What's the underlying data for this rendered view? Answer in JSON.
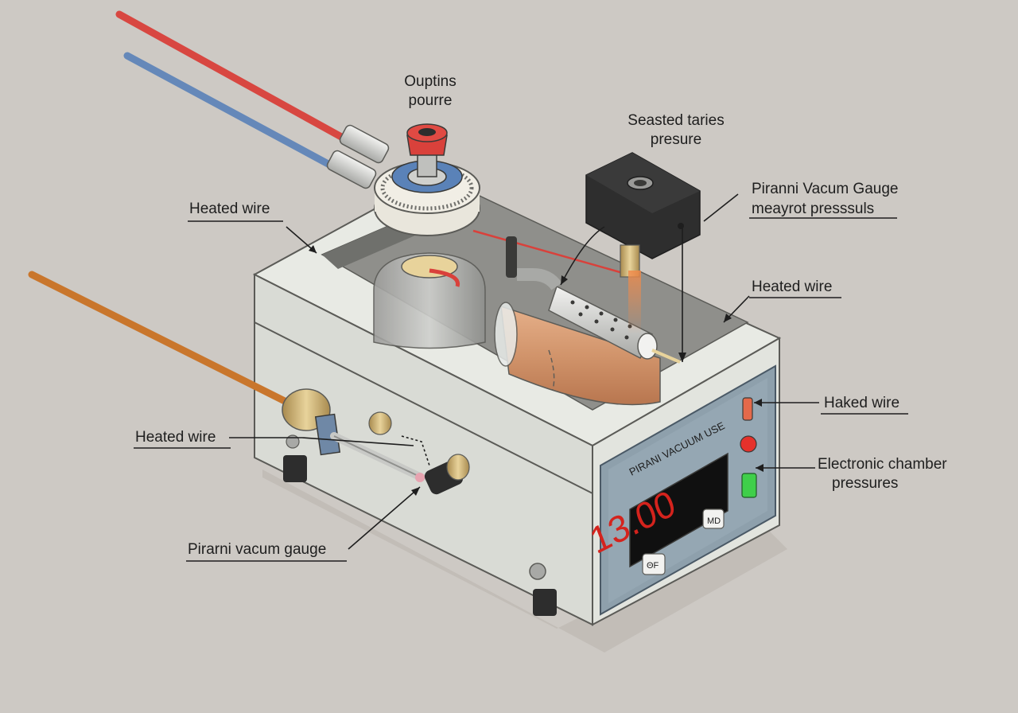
{
  "labels": {
    "outlet_line1": "Ouptins",
    "outlet_line2": "pourre",
    "sensor_line1": "Seasted taries",
    "sensor_line2": "presure",
    "gauge_right_line1": "Piranni Vacum Gauge",
    "gauge_right_line2": "meayrot presssuls",
    "heated_wire_top_left": "Heated wire",
    "heated_wire_right": "Heated wire",
    "haked_wire": "Haked wire",
    "electronic_line1": "Electronic chamber",
    "electronic_line2": "pressures",
    "heated_wire_left": "Heated wire",
    "gauge_bottom": "Pirarni vacum gauge"
  },
  "panel": {
    "title": "PIRANI VACUUM USE",
    "reading": "13.00",
    "btn_off": "ΘF",
    "btn_mode": "MD"
  },
  "colors": {
    "background": "#cdc9c4",
    "housing": "#e3e5df",
    "panel": "#8ea0ac",
    "display": "#d4231d",
    "copper": "#d1946b"
  },
  "icons": {
    "indicator_orange": "switch-icon",
    "indicator_red": "red-led-icon",
    "indicator_green": "green-led-icon"
  }
}
